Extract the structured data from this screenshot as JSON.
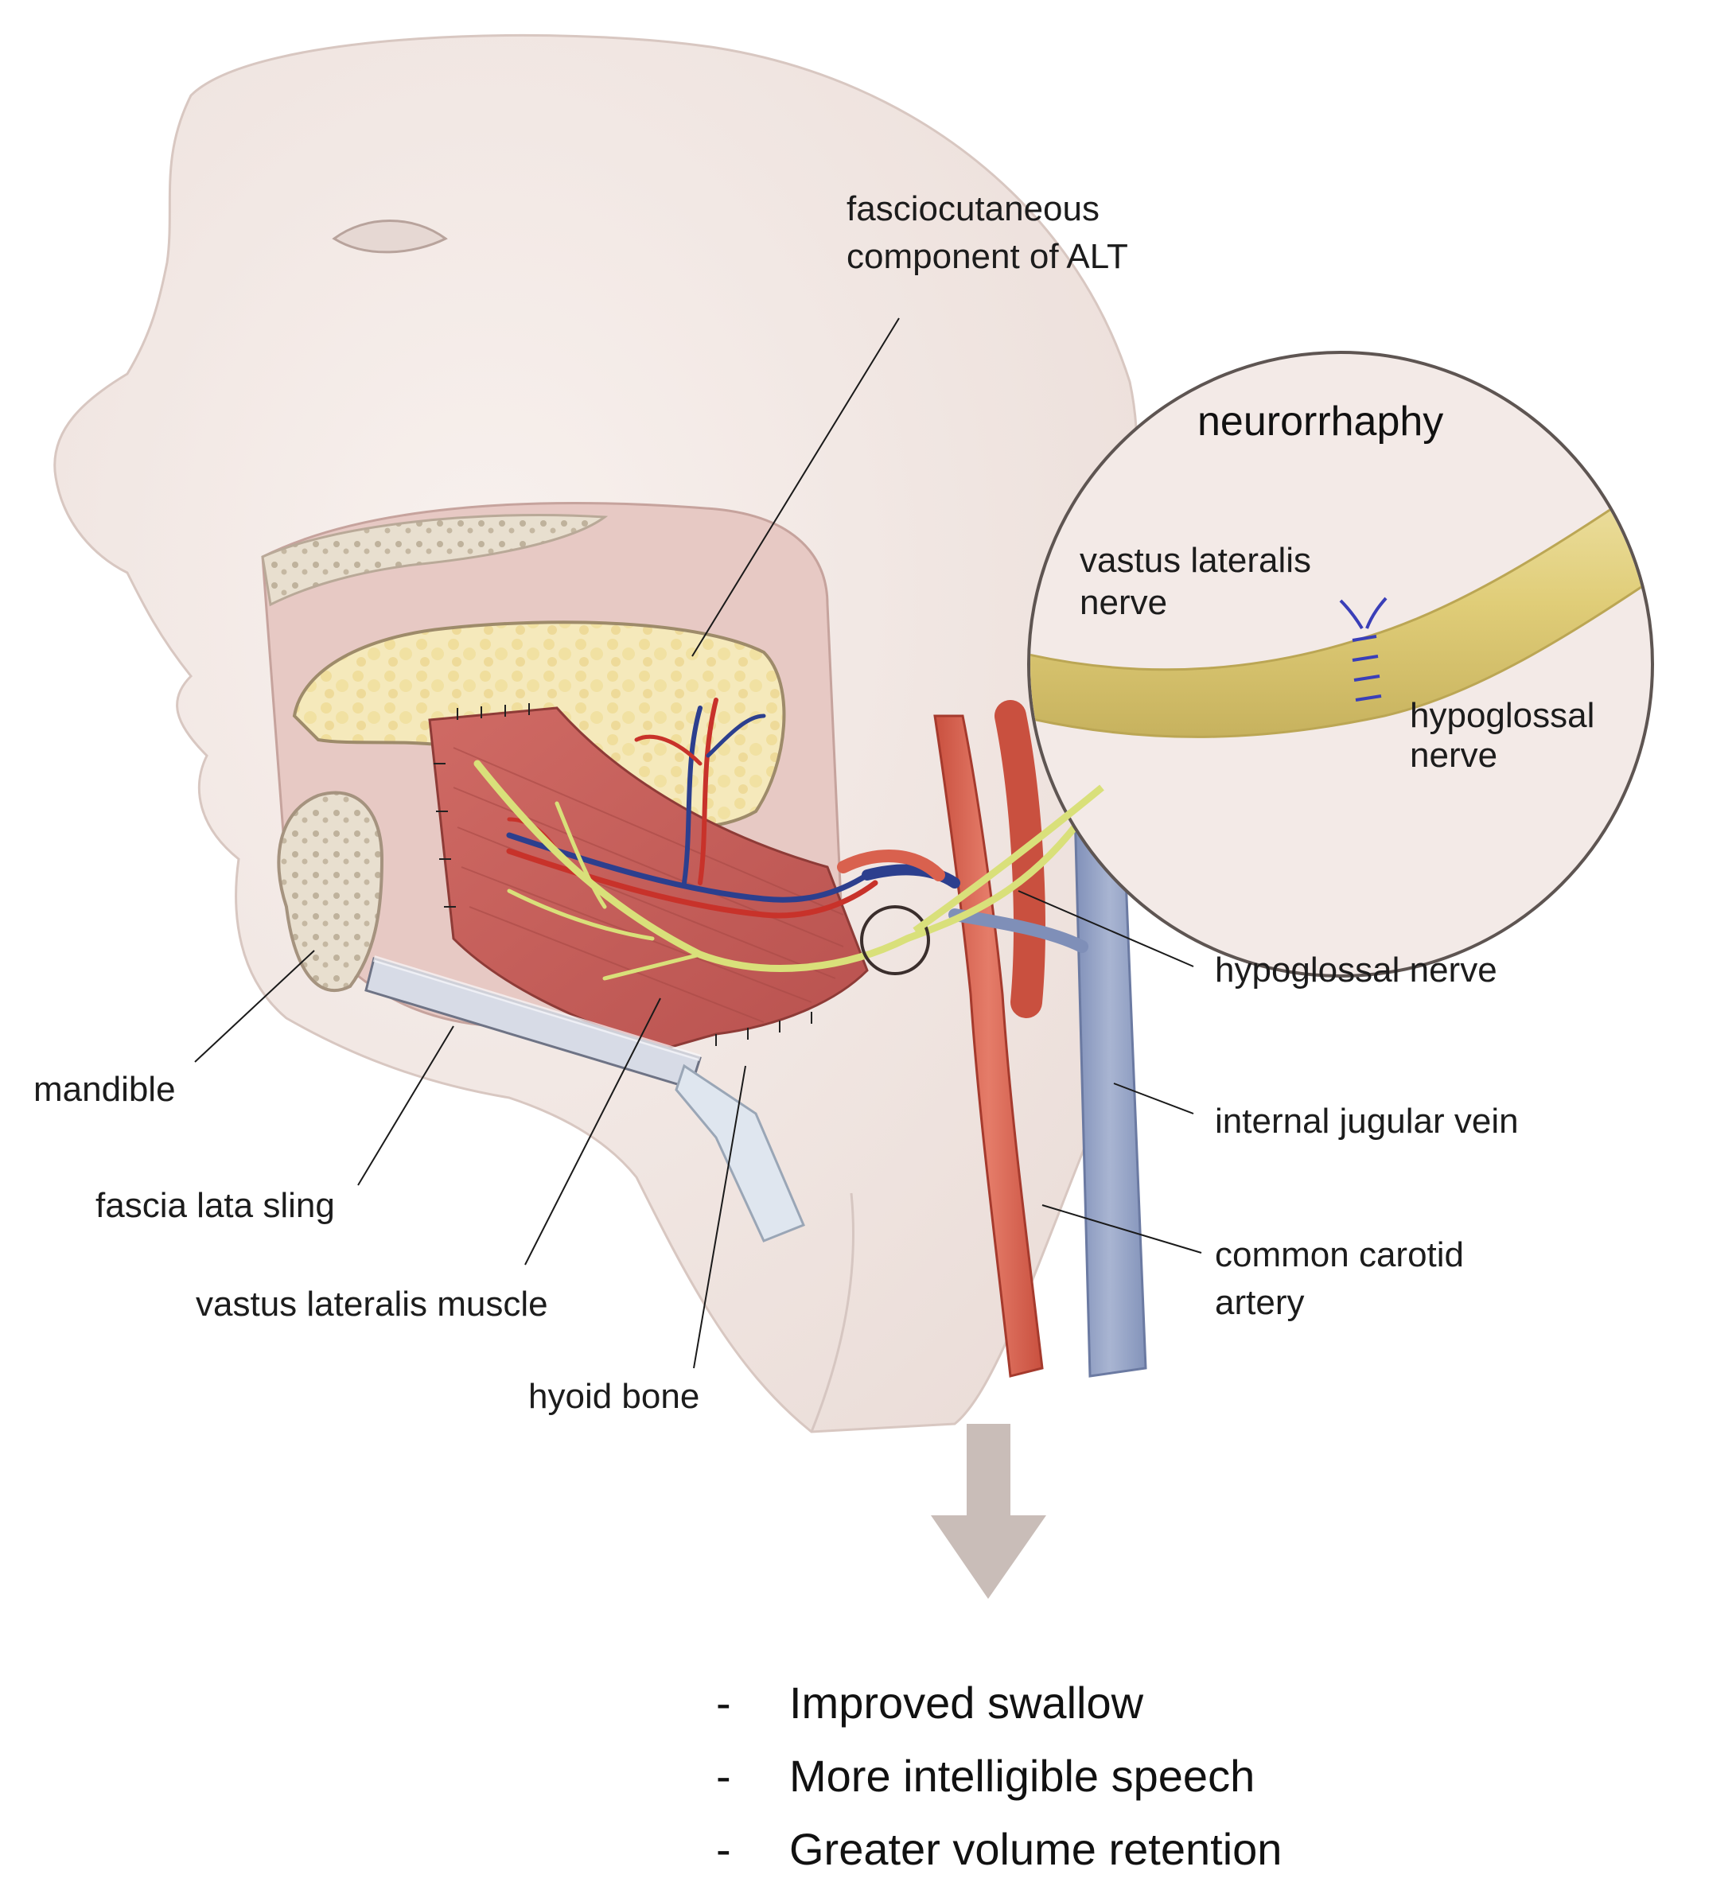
{
  "labels": {
    "fasciocutaneous_line1": "fasciocutaneous",
    "fasciocutaneous_line2": "component of ALT",
    "neurorrhaphy_title": "neurorrhaphy",
    "inset_vastus_line1": "vastus lateralis",
    "inset_vastus_line2": "nerve",
    "inset_hypoglossal_line1": "hypoglossal",
    "inset_hypoglossal_line2": "nerve",
    "hypoglossal_nerve": "hypoglossal nerve",
    "internal_jugular_vein": "internal jugular vein",
    "common_carotid_line1": "common carotid",
    "common_carotid_line2": "artery",
    "mandible": "mandible",
    "fascia_lata_sling": "fascia lata sling",
    "vastus_lateralis_muscle": "vastus lateralis muscle",
    "hyoid_bone": "hyoid bone"
  },
  "outcomes": [
    {
      "dash": "-",
      "text": "Improved swallow"
    },
    {
      "dash": "-",
      "text": "More intelligible speech"
    },
    {
      "dash": "-",
      "text": "Greater volume retention"
    }
  ],
  "colors": {
    "skin": "#f3e9e5",
    "muscle": "#c9625c",
    "fat": "#f4e6b4",
    "nerve": "#d9e07a",
    "artery": "#d9614e",
    "vein": "#8f9fc3",
    "arrow": "#c9bdb8",
    "inset_bg": "#f3eae7"
  }
}
